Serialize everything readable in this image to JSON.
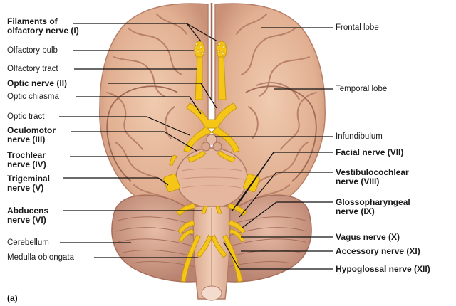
{
  "figure_tag": "(a)",
  "left_labels": {
    "filaments": "Filaments of\nolfactory nerve (I)",
    "olfactory_bulb": "Olfactory bulb",
    "olfactory_tract": "Olfactory tract",
    "optic_nerve": "Optic nerve (II)",
    "optic_chiasma": "Optic chiasma",
    "optic_tract": "Optic tract",
    "oculomotor": "Oculomotor\nnerve (III)",
    "trochlear": "Trochlear\nnerve (IV)",
    "trigeminal": "Trigeminal\nnerve (V)",
    "abducens": "Abducens\nnerve (VI)",
    "cerebellum": "Cerebellum",
    "medulla": "Medulla oblongata"
  },
  "right_labels": {
    "frontal_lobe": "Frontal lobe",
    "temporal_lobe": "Temporal lobe",
    "infundibulum": "Infundibulum",
    "facial": "Facial nerve (VII)",
    "vestibulocochlear": "Vestibulocochlear\nnerve (VIII)",
    "glossopharyngeal": "Glossopharyngeal\nnerve (IX)",
    "vagus": "Vagus nerve (X)",
    "accessory": "Accessory nerve (XI)",
    "hypoglossal": "Hypoglossal nerve (XII)"
  },
  "colors": {
    "brain": "#e6b89a",
    "brain_shadow": "#c99178",
    "sulci": "#b9806a",
    "nerve": "#f5c518",
    "nerve_edge": "#c89a10",
    "cerebellum": "#d9a690",
    "leader": "#111111"
  }
}
